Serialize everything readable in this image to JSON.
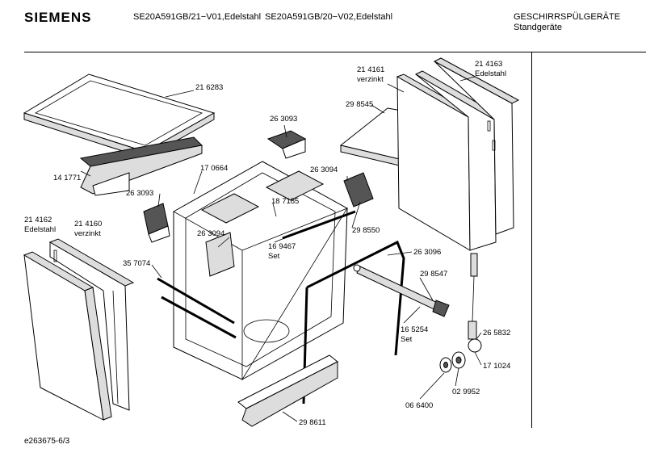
{
  "header": {
    "brand": "SIEMENS",
    "model_1": "SE20A591GB/21−V01,Edelstahl",
    "model_2": "SE20A591GB/20−V02,Edelstahl",
    "category": "GESCHIRRSPÜLGERÄTE",
    "subcategory": "Standgeräte"
  },
  "parts": {
    "p216283": "21 6283",
    "p141771": "14 1771",
    "p263093a": "26 3093",
    "p170664": "17 0664",
    "p263093b": "26 3093",
    "p263094a": "26 3094",
    "p187185": "18 7185",
    "p214161": "21 4161",
    "p214161_note": "verzinkt",
    "p214163": "21 4163",
    "p214163_note": "Edelstahl",
    "p298545": "29 8545",
    "p263094b": "26 3094",
    "p298550": "29 8550",
    "p214162": "21 4162",
    "p214162_note": "Edelstahl",
    "p214160": "21 4160",
    "p214160_note": "verzinkt",
    "p357074": "35 7074",
    "p169467": "16 9467",
    "p169467_note": "Set",
    "p263096": "26 3096",
    "p298547": "29 8547",
    "p165254": "16 5254",
    "p165254_note": "Set",
    "p265832": "26 5832",
    "p171024": "17 1024",
    "p029952": "02 9952",
    "p066400": "06 6400",
    "p298611": "29 8611"
  },
  "footer": {
    "code": "e263675-6/3"
  }
}
